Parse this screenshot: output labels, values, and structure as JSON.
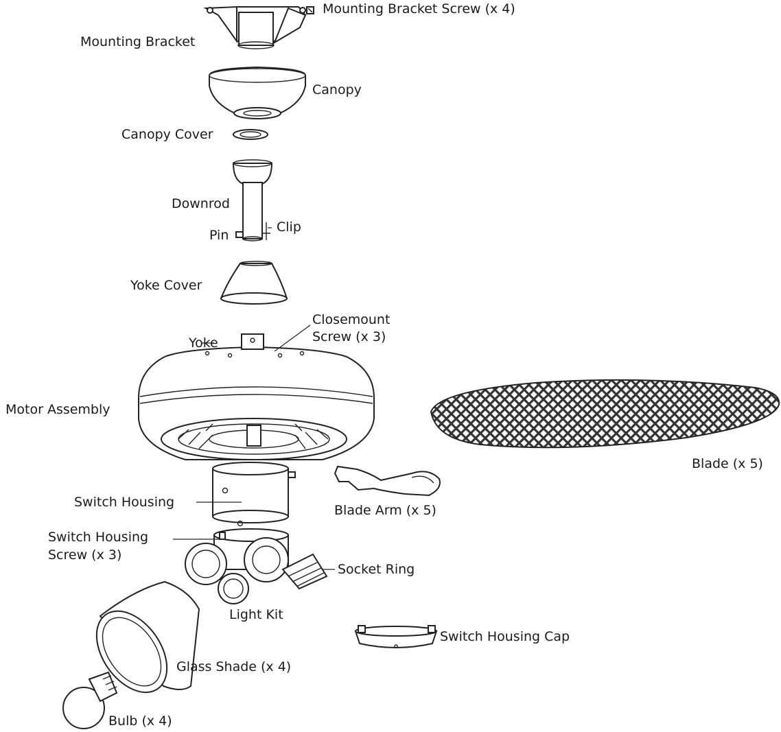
{
  "labels": {
    "mounting_bracket_screw": "Mounting Bracket Screw (x 4)",
    "mounting_bracket": "Mounting Bracket",
    "canopy": "Canopy",
    "canopy_cover": "Canopy Cover",
    "downrod": "Downrod",
    "clip": "Clip",
    "pin": "Pin",
    "yoke_cover": "Yoke Cover",
    "closemount_screw_line1": "Closemount",
    "closemount_screw_line2": "Screw (x 3)",
    "yoke": "Yoke",
    "motor_assembly": "Motor Assembly",
    "blade": "Blade (x 5)",
    "switch_housing": "Switch Housing",
    "blade_arm": "Blade Arm (x 5)",
    "switch_housing_screw_line1": "Switch Housing",
    "switch_housing_screw_line2": "Screw (x 3)",
    "socket_ring": "Socket Ring",
    "light_kit": "Light Kit",
    "switch_housing_cap": "Switch Housing Cap",
    "glass_shade": "Glass Shade (x 4)",
    "bulb": "Bulb (x 4)"
  }
}
